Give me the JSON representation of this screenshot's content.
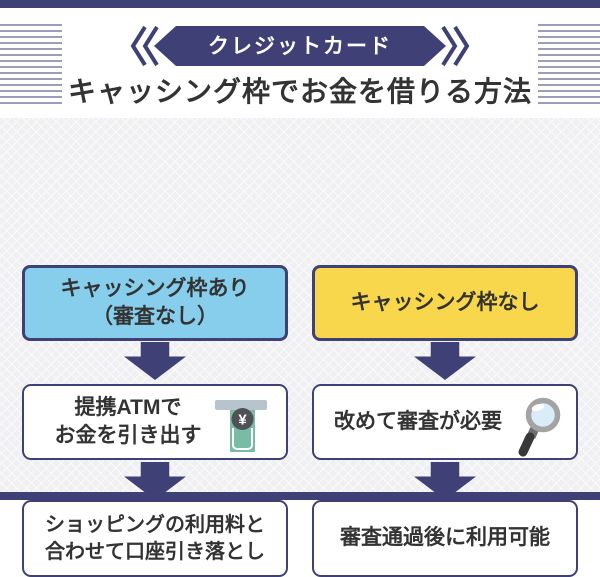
{
  "header": {
    "badge_label": "クレジットカード",
    "title": "キャッシング枠でお金を借りる方法"
  },
  "flow": {
    "left": {
      "box1": "キャッシング枠あり\n（審査なし）",
      "box2": "提携ATMで\nお金を引き出す",
      "box3": "ショッピングの利用料と\n合わせて口座引き落とし"
    },
    "right": {
      "box1": "キャッシング枠なし",
      "box2": "改めて審査が必要",
      "box3": "審査通過後に利用可能"
    }
  },
  "icons": {
    "atm": "atm-cash-withdrawal-icon",
    "magnifier": "magnifying-glass-icon",
    "atm_currency_symbol": "¥"
  },
  "colors": {
    "navy": "#3F4176",
    "light_blue": "#87CEEC",
    "yellow": "#F8D74D",
    "text": "#333333",
    "stripe": "#9C9EB9",
    "bill_green": "#79BCA5",
    "atm_slot_gray": "#B7C4CD",
    "lens_blue": "#D9ECF8"
  }
}
